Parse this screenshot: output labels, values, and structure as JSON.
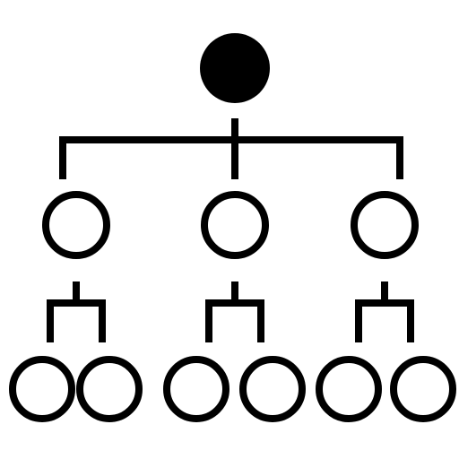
{
  "icon": {
    "name": "org-chart-hierarchy-icon",
    "stroke_color": "#000000",
    "fill_color": "#000000",
    "background": "#ffffff"
  },
  "tree": {
    "root": {
      "label": "",
      "filled": true
    },
    "level1": [
      {
        "label": "",
        "filled": false,
        "children": 2
      },
      {
        "label": "",
        "filled": false,
        "children": 2
      },
      {
        "label": "",
        "filled": false,
        "children": 2
      }
    ]
  }
}
